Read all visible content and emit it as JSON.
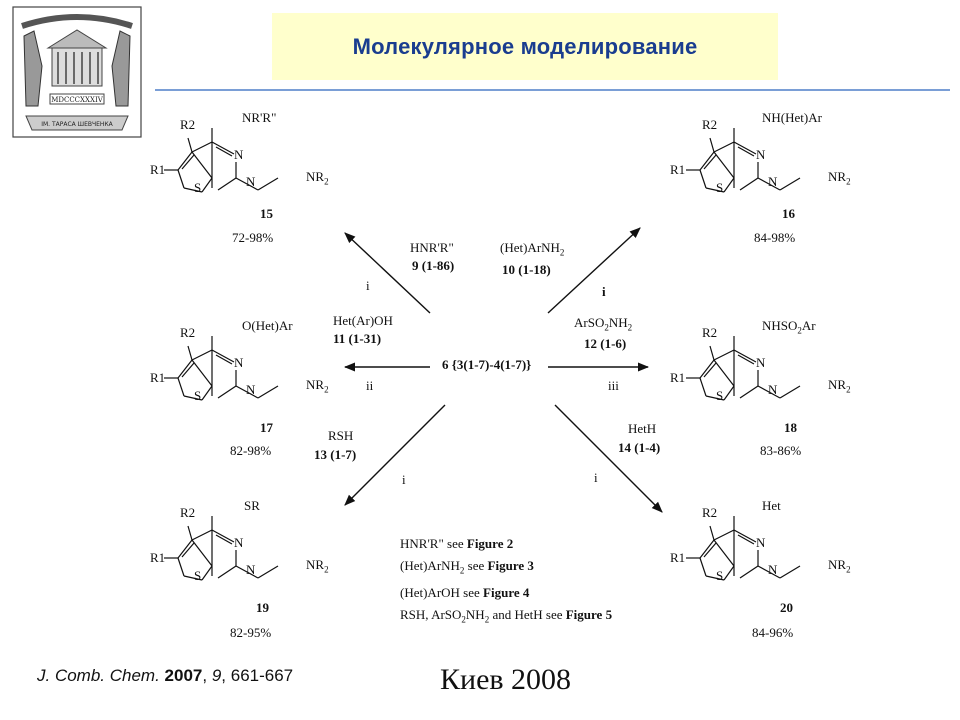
{
  "header": {
    "title": "Молекулярное моделирование",
    "logo_roman": "MDCCCXXXIV",
    "logo_caption": "ІМ. ТАРАСА ШЕВЧЕНКА"
  },
  "center_reagent": "6 {3(1-7)-4(1-7)}",
  "atoms": {
    "n": "N",
    "s": "S",
    "r1": "R1",
    "r2": "R2",
    "nr2": "NR",
    "nr2_sub": "2"
  },
  "products": [
    {
      "id": "15",
      "substituent": "NR'R\"",
      "yield": "72-98%"
    },
    {
      "id": "16",
      "substituent": "NH(Het)Ar",
      "yield": "84-98%"
    },
    {
      "id": "17",
      "substituent": "O(Het)Ar",
      "yield": "82-98%"
    },
    {
      "id": "18",
      "substituent_a": "NHSO",
      "substituent_sub": "2",
      "substituent_b": "Ar",
      "yield": "83-86%"
    },
    {
      "id": "19",
      "substituent": "SR",
      "yield": "82-95%"
    },
    {
      "id": "20",
      "substituent": "Het",
      "yield": "84-96%"
    }
  ],
  "reagents": {
    "r15": {
      "name": "HNR'R\"",
      "code": "9 (1-86)",
      "condition": "i"
    },
    "r16": {
      "name_a": "(Het)ArNH",
      "name_sub": "2",
      "code": "10 (1-18)",
      "condition": "i"
    },
    "r17": {
      "name": "Het(Ar)OH",
      "code": "11 (1-31)",
      "condition": "ii"
    },
    "r18": {
      "name_a": "ArSO",
      "name_sub1": "2",
      "name_b": "NH",
      "name_sub2": "2",
      "code": "12 (1-6)",
      "condition": "iii"
    },
    "r19": {
      "name": "RSH",
      "code": "13 (1-7)",
      "condition": "i"
    },
    "r20": {
      "name": "HetH",
      "code": "14 (1-4)",
      "condition": "i"
    }
  },
  "notes": [
    {
      "text": "HNR'R\" see ",
      "bold": "Figure 2"
    },
    {
      "text_a": "(Het)ArNH",
      "sub": "2",
      "text_b": " see ",
      "bold": "Figure 3"
    },
    {
      "text": "(Het)ArOH see ",
      "bold": "Figure 4"
    },
    {
      "text": "RSH, ArSO",
      "sub": "2",
      "text_b": "NH",
      "sub2": "2",
      "text_c": " and HetH see ",
      "bold": "Figure 5"
    }
  ],
  "citation": {
    "journal": "J. Comb. Chem.",
    "year": "2007",
    "volume": "9",
    "pages": "661-667"
  },
  "footer_city": "Киев 2008"
}
